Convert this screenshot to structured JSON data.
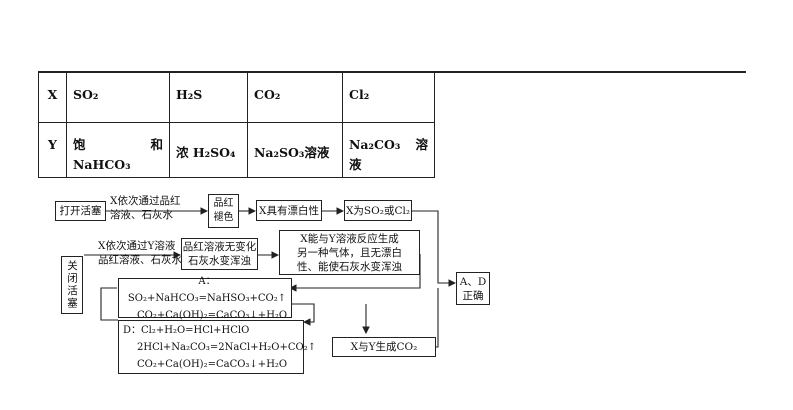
{
  "table": {
    "row_x": {
      "label": "X",
      "c1": "SO₂",
      "c2": "H₂S",
      "c3": "CO₂",
      "c4": "Cl₂"
    },
    "row_y": {
      "label": "Y",
      "c1_a": "饱",
      "c1_b": "和",
      "c1_c": "NaHCO₃",
      "c2": "浓 H₂SO₄",
      "c3": "Na₂SO₃溶液",
      "c4_a": "Na₂CO₃",
      "c4_b": "溶",
      "c4_c": "液"
    }
  },
  "flow": {
    "open_valve": "打开活塞",
    "step1_l1": "X依次通过品红",
    "step1_l2": "溶液、石灰水",
    "decolor": "品红褪色",
    "bleach": "X具有漂白性",
    "x_is": "X为SO₂或Cl₂",
    "close_valve": "关闭活塞",
    "step2_l1": "X依次通过Y溶液",
    "step2_l2": "品红溶液、石灰水",
    "obs_l1": "品红溶液无变化",
    "obs_l2": "石灰水变浑浊",
    "react_l1": "X能与Y溶液反应生成",
    "react_l2": "另一种气体，且无漂白",
    "react_l3": "性、能使石灰水变浑浊",
    "eq_a1": "A：SO₂+NaHCO₃=NaHSO₃+CO₂↑",
    "eq_a2": "CO₂+Ca(OH)₂=CaCO₃↓+H₂O",
    "eq_d1": "D：Cl₂+H₂O=HCl+HClO",
    "eq_d2": "2HCl+Na₂CO₃=2NaCl+H₂O+CO₂↑",
    "eq_d3": "CO₂+Ca(OH)₂=CaCO₃↓+H₂O",
    "xy_co2": "X与Y生成CO₂",
    "answer_l1": "A、D",
    "answer_l2": "正确"
  }
}
